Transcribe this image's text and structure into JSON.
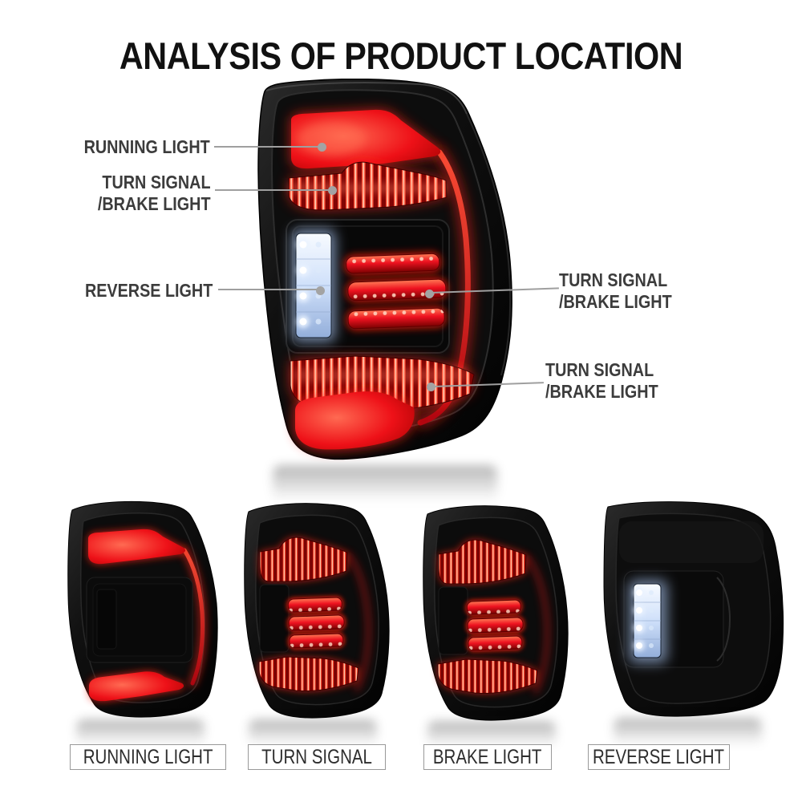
{
  "title": "ANALYSIS OF PRODUCT LOCATION",
  "callouts": [
    {
      "lines": [
        "RUNNING LIGHT"
      ]
    },
    {
      "lines": [
        "TURN SIGNAL",
        "/BRAKE LIGHT"
      ]
    },
    {
      "lines": [
        "REVERSE LIGHT"
      ]
    },
    {
      "lines": [
        "TURN SIGNAL",
        "/BRAKE LIGHT"
      ]
    },
    {
      "lines": [
        "TURN SIGNAL",
        "/BRAKE LIGHT"
      ]
    }
  ],
  "gallery": [
    {
      "caption": "RUNNING LIGHT"
    },
    {
      "caption": "TURN SIGNAL"
    },
    {
      "caption": "BRAKE LIGHT"
    },
    {
      "caption": "REVERSE LIGHT"
    }
  ],
  "colors": {
    "led_red": "#ee1118",
    "led_white": "#cfe0fa",
    "leader_line": "#9f9f9f",
    "label_text": "#3c3c3c",
    "title_text": "#111111",
    "caption_border": "#999999",
    "background": "#ffffff"
  }
}
